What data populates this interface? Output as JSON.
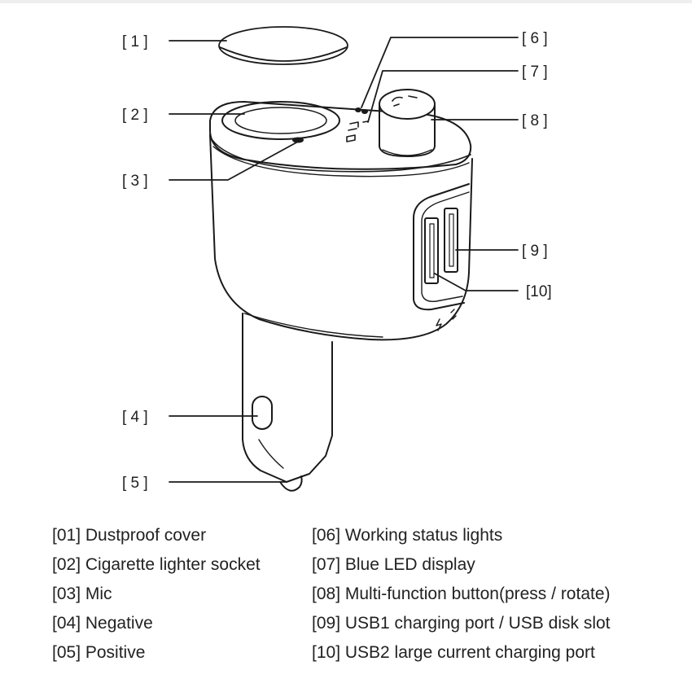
{
  "callouts": [
    "[ 1 ]",
    "[ 2 ]",
    "[ 3 ]",
    "[ 4 ]",
    "[ 5 ]",
    "[ 6 ]",
    "[ 7 ]",
    "[ 8 ]",
    "[ 9 ]",
    "[10]"
  ],
  "legend": {
    "left": [
      "[01] Dustproof cover",
      "[02] Cigarette lighter socket",
      "[03] Mic",
      "[04] Negative",
      "[05] Positive"
    ],
    "right": [
      "[06] Working status lights",
      "[07] Blue LED display",
      "[08] Multi-function button(press / rotate)",
      "[09] USB1 charging port / USB disk slot",
      "[10] USB2 large current charging port"
    ]
  }
}
